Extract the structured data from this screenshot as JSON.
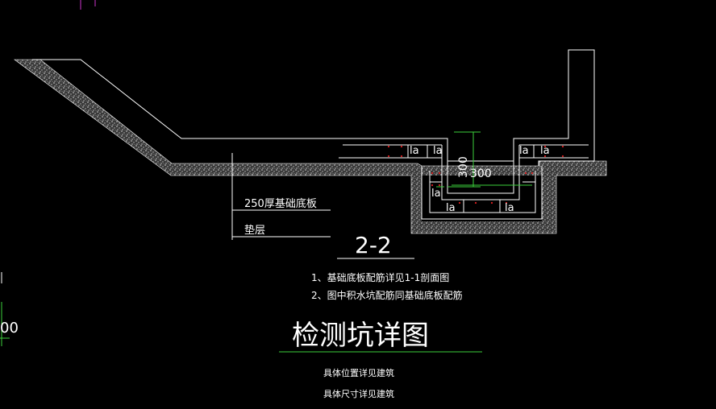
{
  "drawing": {
    "title": "检测坑详图",
    "section_label": "2-2",
    "layer_labels": [
      "250厚基础底板",
      "垫层"
    ],
    "notes": [
      "1、基础底板配筋详见1-1剖面图",
      "2、图中积水坑配筋同基础底板配筋"
    ],
    "remarks": [
      "具体位置详见建筑",
      "具体尺寸详见建筑"
    ],
    "dimensions": [
      "300",
      "300"
    ],
    "anchor_tags": [
      "la",
      "la",
      "la",
      "la",
      "la",
      "la",
      "la"
    ],
    "edge_text": "00"
  },
  "colors": {
    "background": "#000000",
    "linework": "#ffffff",
    "dimension": "#3bd13b",
    "rebar": "#e02020",
    "concrete": "#8c8c8c",
    "accent": "#cc33cc"
  }
}
